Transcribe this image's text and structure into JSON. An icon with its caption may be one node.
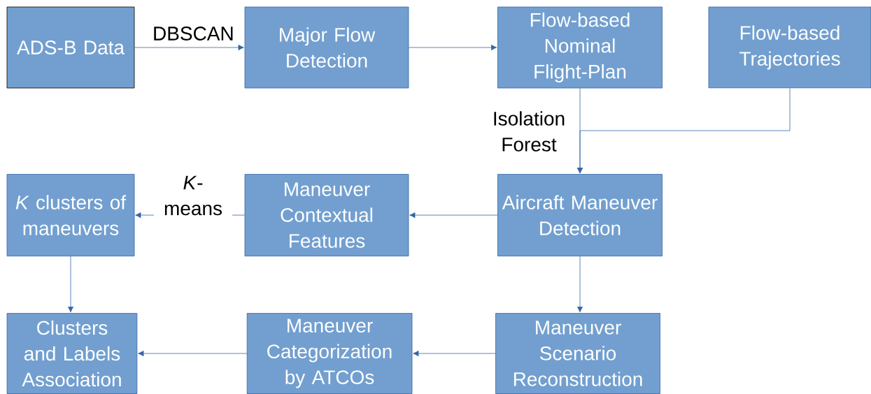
{
  "diagram": {
    "nodes": [
      {
        "text": [
          "ADS-B Data"
        ]
      },
      {
        "text": [
          "Major Flow Detection"
        ]
      },
      {
        "text": [
          "Flow-based Nominal Flight-Plan"
        ]
      },
      {
        "text": [
          "Flow-based Trajectories"
        ]
      },
      {
        "text": [
          "*K* clusters of maneuvers"
        ]
      },
      {
        "text": [
          "Maneuver Contextual Features"
        ]
      },
      {
        "text": [
          "Aircraft Maneuver Detection"
        ]
      },
      {
        "text": [
          "Clusters and Labels Association"
        ]
      },
      {
        "text": [
          "Maneuver Categorization by ATCOs"
        ]
      },
      {
        "text": [
          "Maneuver Scenario Reconstruction"
        ]
      }
    ],
    "edges": [
      {
        "from": 0,
        "to": 1,
        "arrow": "to",
        "label": "DBSCAN"
      },
      {
        "from": 1,
        "to": 2,
        "arrow": "to"
      },
      {
        "from": 2,
        "to": 6,
        "arrow": "to",
        "label": "Isolation Forest"
      },
      {
        "from": 3,
        "to": 6,
        "arrow": "to"
      },
      {
        "from": 6,
        "to": 5,
        "arrow": "to"
      },
      {
        "from": 5,
        "to": 4,
        "arrow": "to",
        "label": "*K*-means"
      },
      {
        "from": 4,
        "to": 7,
        "arrow": "to"
      },
      {
        "from": 6,
        "to": 9,
        "arrow": "to"
      },
      {
        "from": 9,
        "to": 8,
        "arrow": "to"
      },
      {
        "from": 8,
        "to": 7,
        "arrow": "to"
      }
    ]
  }
}
